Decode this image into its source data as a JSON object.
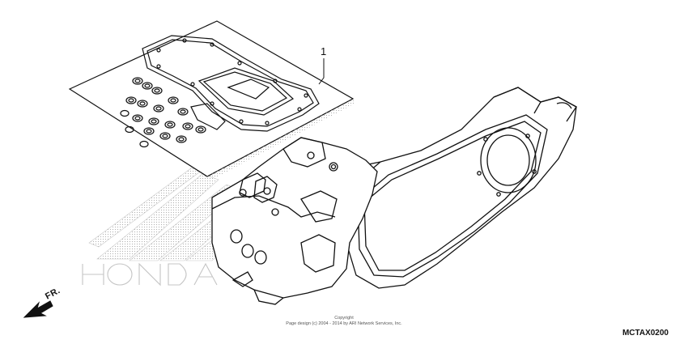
{
  "diagram": {
    "callout_number": "1",
    "direction_label": "FR.",
    "copyright_line1": "Copyright",
    "copyright_line2": "Page design (c) 2004 - 2014 by ARI Network Services, Inc.",
    "diagram_code": "MCTAX0200",
    "watermark_brand": "HONDA",
    "colors": {
      "line": "#111111",
      "watermark": "#bdbdbd",
      "background": "#ffffff"
    }
  }
}
